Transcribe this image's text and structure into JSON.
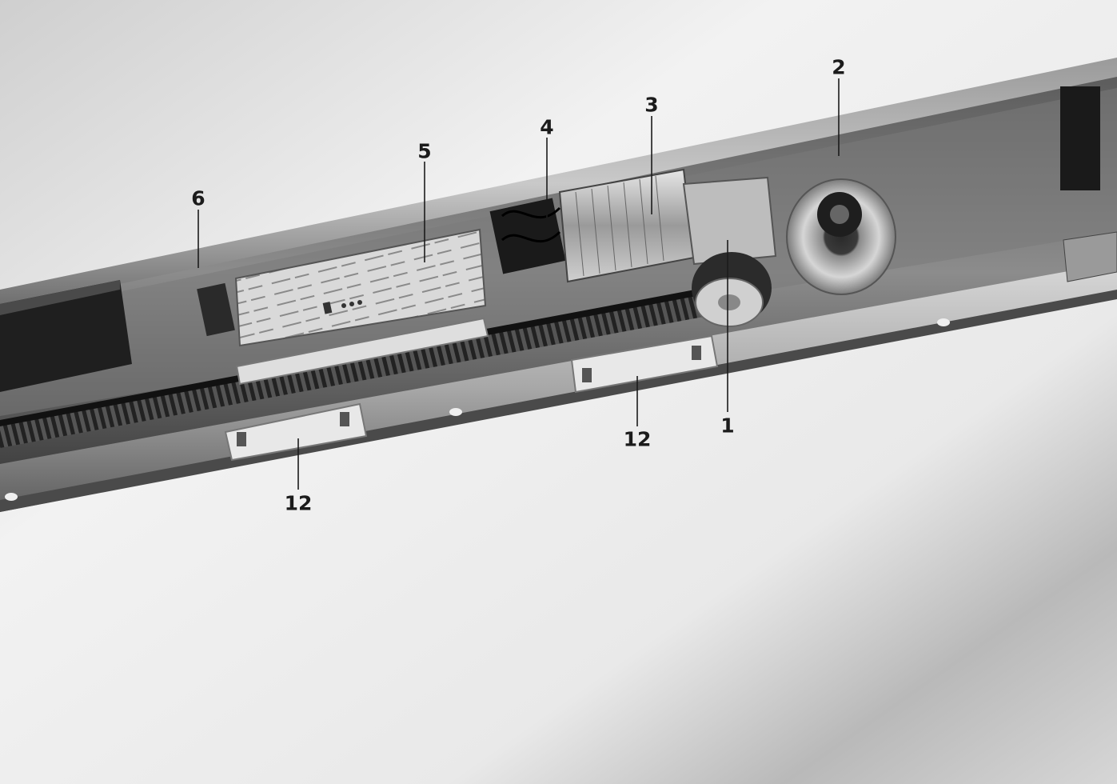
{
  "photo": {
    "subject": "automatic sliding door drive unit (top rail mechanism)",
    "tone": "monochrome"
  },
  "callouts": [
    {
      "id": "1",
      "label": "1"
    },
    {
      "id": "2",
      "label": "2"
    },
    {
      "id": "3",
      "label": "3"
    },
    {
      "id": "4",
      "label": "4"
    },
    {
      "id": "5",
      "label": "5"
    },
    {
      "id": "6",
      "label": "6"
    },
    {
      "id": "12a",
      "label": "12"
    },
    {
      "id": "12b",
      "label": "12"
    }
  ]
}
